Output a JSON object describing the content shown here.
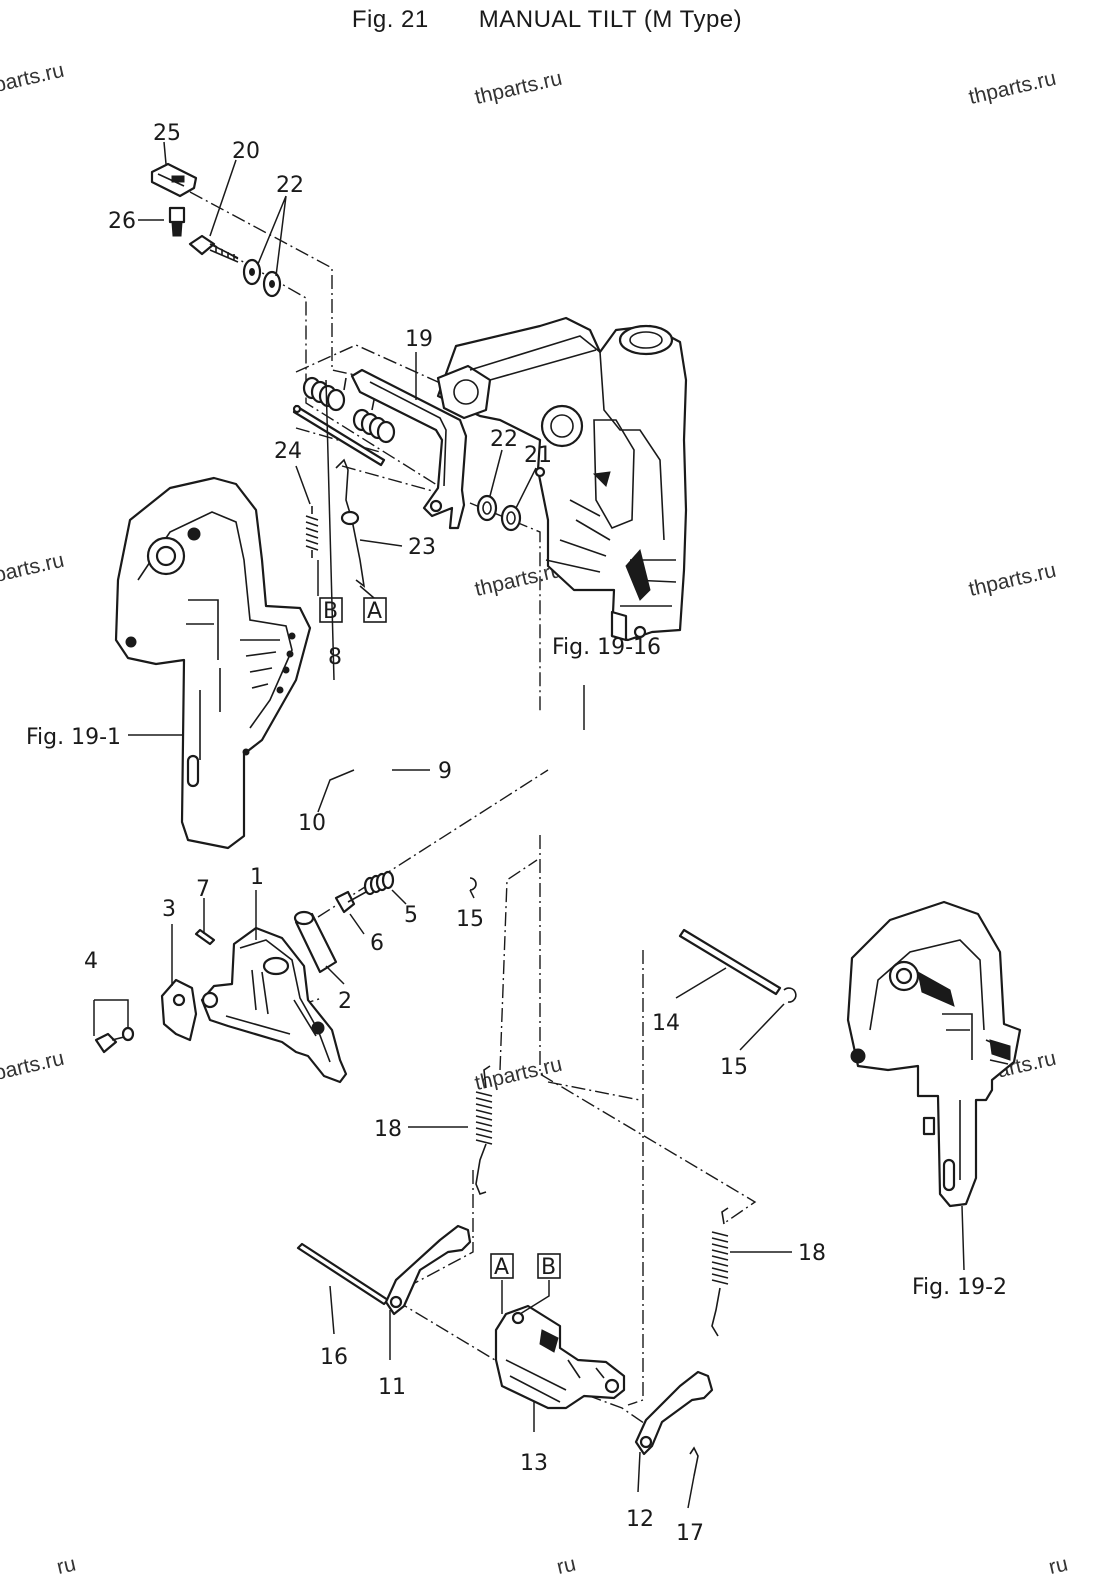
{
  "title": {
    "fig": "Fig. 21",
    "name": "MANUAL TILT (M Type)"
  },
  "watermark": "thparts.ru",
  "watermark_partial": "ru",
  "figure_refs": [
    "Fig. 19-1",
    "Fig. 19-2",
    "Fig. 19-16"
  ],
  "ref_boxes": [
    "A",
    "B"
  ],
  "part_numbers": [
    "1",
    "2",
    "3",
    "4",
    "5",
    "6",
    "7",
    "8",
    "9",
    "10",
    "11",
    "12",
    "13",
    "14",
    "15",
    "16",
    "17",
    "18",
    "19",
    "20",
    "21",
    "22",
    "23",
    "24",
    "25",
    "26"
  ]
}
